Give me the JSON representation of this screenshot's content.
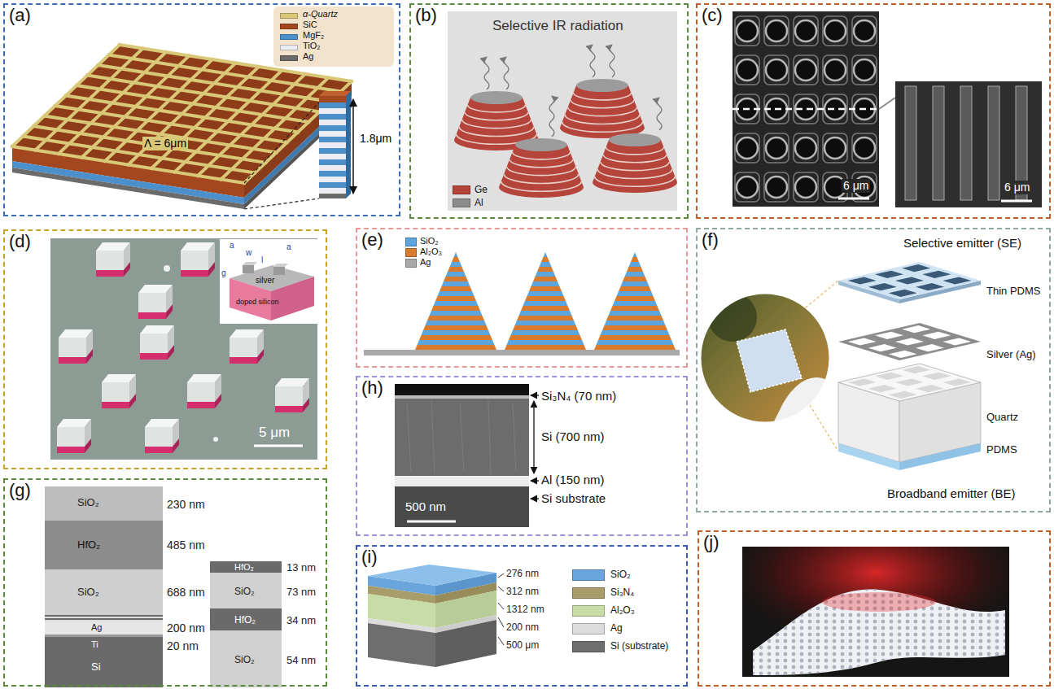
{
  "diagram": {
    "nodes": [
      {
        "text": [
          "(a)"
        ]
      },
      {
        "text": [
          "(b)"
        ]
      },
      {
        "text": [
          "(c)"
        ]
      },
      {
        "text": [
          "(d)"
        ]
      },
      {
        "text": [
          "(e)"
        ]
      },
      {
        "text": [
          "(f)"
        ]
      },
      {
        "text": [
          "(g)"
        ]
      },
      {
        "text": [
          "(h)"
        ]
      },
      {
        "text": [
          "(i)"
        ]
      },
      {
        "text": [
          "(j)"
        ]
      }
    ],
    "labels": [
      "1.8μm",
      "Λ = 6μm",
      "Selective IR radiation",
      "6 μm",
      "6 μm",
      "5 μm",
      "silver",
      "doped silicon",
      "a",
      "w",
      "a",
      "l",
      "g",
      "Selective emitter (SE)",
      "Thin PDMS",
      "Silver (Ag)",
      "Quartz",
      "PDMS",
      "Broadband emitter (BE)",
      "Si₃N₄ (70 nm)",
      "Si (700 nm)",
      "Al (150 nm)",
      "Si substrate",
      "500 nm",
      "SiO₂",
      "230 nm",
      "HfO₂",
      "485 nm",
      "SiO₂",
      "688 nm",
      "200 nm",
      "Ag",
      "Ti",
      "20 nm",
      "Si",
      "HfO₂",
      "13 nm",
      "SiO₂",
      "73 nm",
      "HfO₂",
      "34 nm",
      "SiO₂",
      "54 nm",
      "276 nm",
      "312 nm",
      "1312 nm",
      "200 nm",
      "500 μm"
    ],
    "legend": [
      {
        "text": "α-Quartz",
        "color": "#d9c877"
      },
      {
        "text": "SiC",
        "color": "#a3471f"
      },
      {
        "text": "MgF₂",
        "color": "#4b8fcb"
      },
      {
        "text": "TiO₂",
        "color": "#ececf2"
      },
      {
        "text": "Ag",
        "color": "#6b6b6b"
      },
      {
        "text": "Ge",
        "color": "#b5443a"
      },
      {
        "text": "Al",
        "color": "#8c8c8c"
      },
      {
        "text": "SiO₂",
        "color": "#5ba4dc"
      },
      {
        "text": "Al₂O₃",
        "color": "#d87b2f"
      },
      {
        "text": "Ag",
        "color": "#a9a9a9"
      },
      {
        "text": "SiO₂",
        "color": "#6aa6dc"
      },
      {
        "text": "Si₃N₄",
        "color": "#a79c6a"
      },
      {
        "text": "Al₂O₃",
        "color": "#c8dca8"
      },
      {
        "text": "Ag",
        "color": "#dcdcdc"
      },
      {
        "text": "Si (substrate)",
        "color": "#6e6e6e"
      }
    ]
  }
}
